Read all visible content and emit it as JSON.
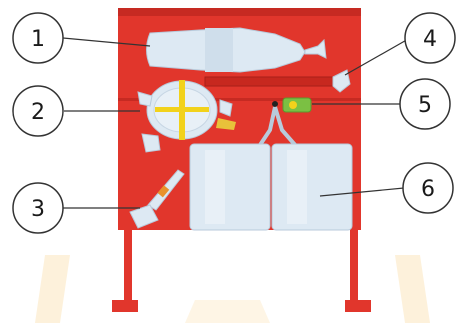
{
  "callouts": [
    {
      "id": "1",
      "label": "1"
    },
    {
      "id": "2",
      "label": "2"
    },
    {
      "id": "3",
      "label": "3"
    },
    {
      "id": "4",
      "label": "4"
    },
    {
      "id": "5",
      "label": "5"
    },
    {
      "id": "6",
      "label": "6"
    }
  ],
  "colors": {
    "board": "#e1362c",
    "board_dark": "#c62a22",
    "equipment": "#dde9f3",
    "equipment_edge": "#b8cadb",
    "accent_yellow": "#f2d21b",
    "accent_green": "#7bc043",
    "watermark": "#fbe7c3"
  }
}
